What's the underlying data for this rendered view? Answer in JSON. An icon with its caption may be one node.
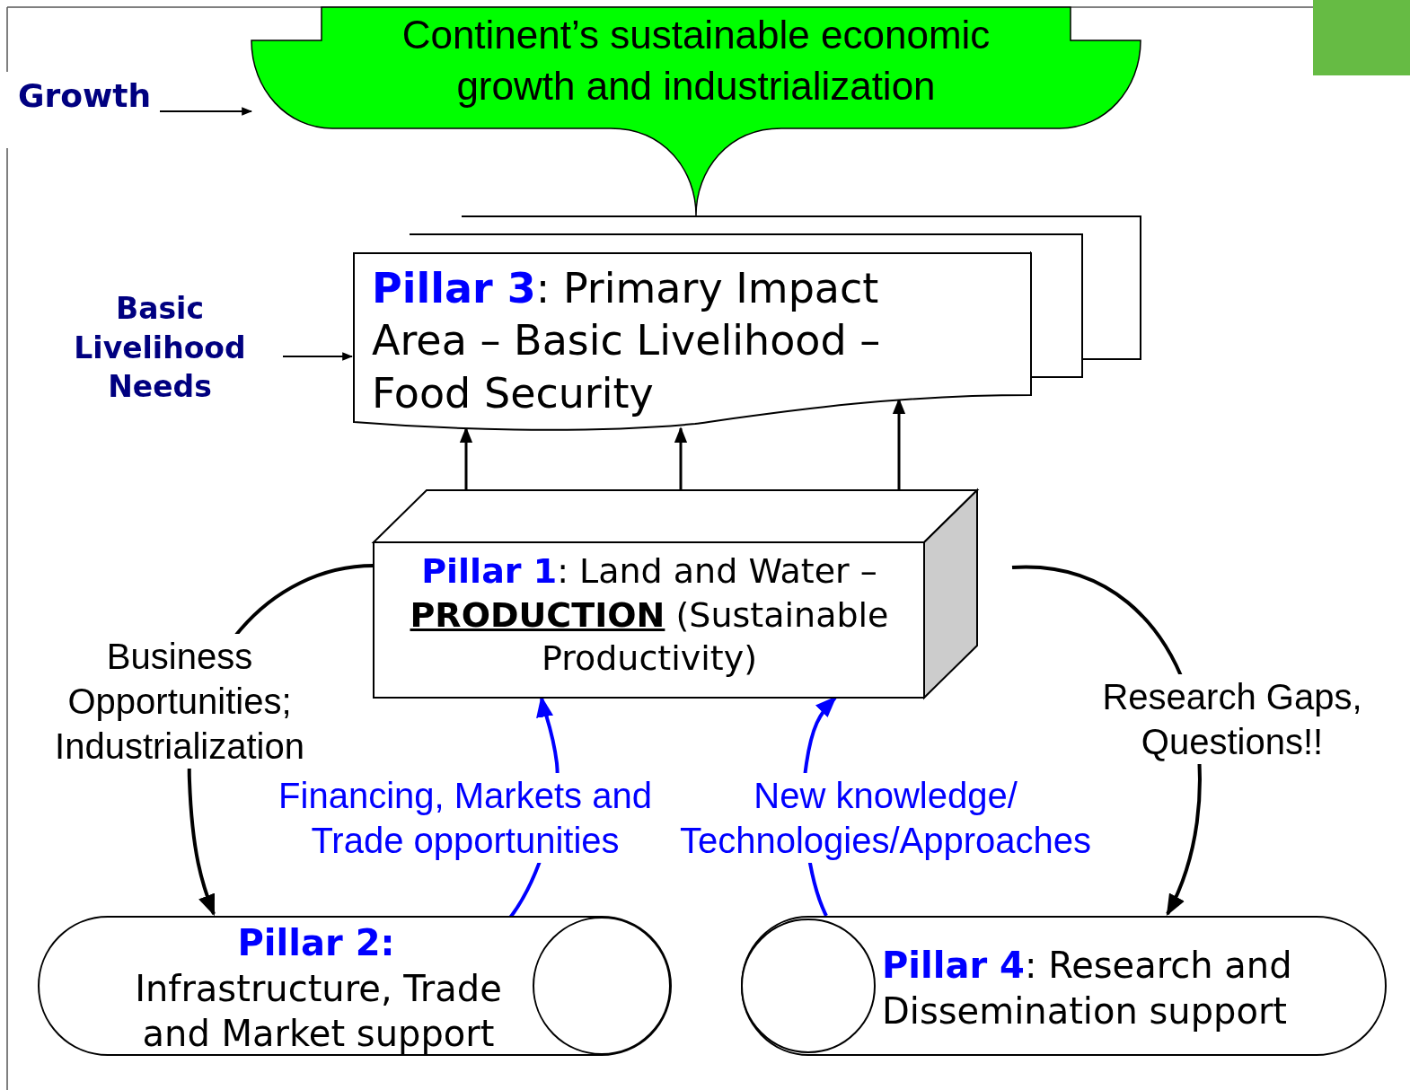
{
  "diagram": {
    "nodes": [
      {
        "text": [
          "Growth"
        ]
      },
      {
        "text": [
          "Continent’s sustainable economic growth and industrialization"
        ]
      },
      {
        "text": [
          "Basic Livelihood Needs"
        ]
      },
      {
        "text": [
          "**Pillar 3**: Primary Impact Area – Basic Livelihood – Food Security"
        ]
      },
      {
        "text": [
          "**Pillar 1**: Land and Water – **PRODUCTION** (Sustainable Productivity)"
        ]
      },
      {
        "text": [
          "Pillar 2:",
          "Infrastructure, Trade and Market support"
        ]
      },
      {
        "text": [
          "**Pillar 4**: Research and Dissemination support"
        ]
      }
    ],
    "edges": [
      {
        "from": 0,
        "to": 1,
        "arrow": "to"
      },
      {
        "from": 2,
        "to": 3,
        "arrow": "to"
      },
      {
        "from": 4,
        "to": 3,
        "arrow": "to"
      },
      {
        "from": 4,
        "to": 3,
        "arrow": "to"
      },
      {
        "from": 4,
        "to": 3,
        "arrow": "to"
      },
      {
        "from": 4,
        "to": 5,
        "arrow": "to",
        "label": "Business Opportunities; Industrialization"
      },
      {
        "from": 5,
        "to": 4,
        "arrow": "to",
        "label": "Financing, Markets and Trade opportunities",
        "color": "#0000ff"
      },
      {
        "from": 6,
        "to": 4,
        "arrow": "to",
        "label": "New knowledge/ Technologies/Approaches",
        "color": "#0000ff"
      },
      {
        "from": 4,
        "to": 6,
        "arrow": "to",
        "label": "Research Gaps, Questions!!"
      }
    ]
  }
}
